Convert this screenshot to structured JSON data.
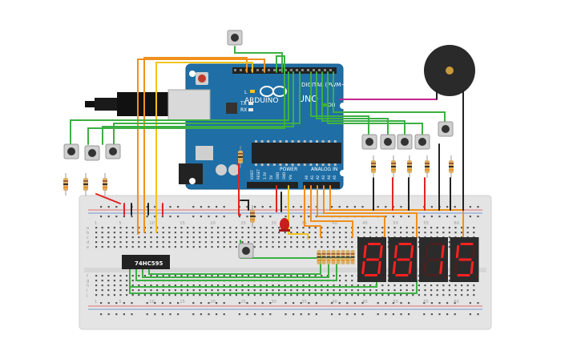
{
  "arduino": {
    "digital_label": "DIGITAL (PWM~)",
    "analog_label": "ANALOG IN",
    "power_label": "POWER",
    "brand": "ARDUINO",
    "model": "UNO",
    "on_label": "ON",
    "l_label": "L",
    "tx_label": "TX",
    "rx_label": "RX",
    "power_pins": [
      "IOREF",
      "RESET",
      "3.3V",
      "5V",
      "GND",
      "GND",
      "Vin"
    ],
    "analog_pins": [
      "A0",
      "A1",
      "A2",
      "A3",
      "A4",
      "A5"
    ],
    "top_pins": [
      "AREF",
      "GND",
      "13",
      "12",
      "~11",
      "~10",
      "~9",
      "8",
      "7",
      "~6",
      "~5",
      "4",
      "~3",
      "2",
      "TX▶1",
      "RX◀0"
    ]
  },
  "shift_register": {
    "label": "74HC595"
  },
  "breadboard": {
    "column_numbers": [
      "1",
      "5",
      "10",
      "15",
      "20",
      "25",
      "30",
      "35",
      "40",
      "45",
      "50",
      "55",
      "60"
    ],
    "row_letters_top": [
      "a",
      "b",
      "c",
      "d",
      "e"
    ],
    "row_letters_bottom": [
      "f",
      "g",
      "h",
      "i",
      "j"
    ]
  },
  "seven_segment_digits": [
    "8",
    "8",
    "1",
    "5"
  ],
  "colors": {
    "arduino_board": "#1f6fa6",
    "breadboard": "#e4e4e4",
    "wire_green": "#3cb043",
    "wire_orange": "#f0901e",
    "wire_yellow": "#f0c419",
    "wire_red": "#e02424",
    "wire_black": "#222222",
    "wire_magenta": "#c2278f",
    "segment_on": "#ff2020",
    "segment_off": "#4a2020",
    "display_body": "#2b2b2b",
    "buzzer": "#2a2a2a",
    "buzzer_center": "#c99a3a",
    "led": "#c81e1e"
  }
}
